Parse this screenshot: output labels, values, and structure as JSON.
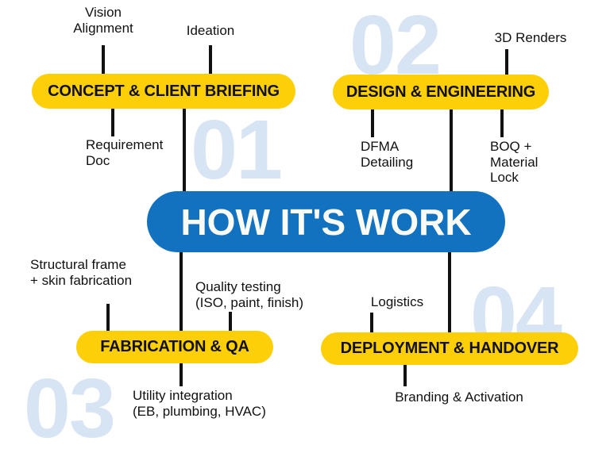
{
  "diagram": {
    "center": {
      "title": "HOW IT'S WORK",
      "color": "#1372c0",
      "text_color": "#fbfbf5"
    },
    "accent_color": "#fccf09",
    "watermark_color": "#d7e4f4",
    "line_color": "#111111",
    "steps": [
      {
        "number": "01",
        "title": "CONCEPT & CLIENT BRIEFING",
        "items": [
          {
            "label": "Vision\nAlignment",
            "position": "above-left"
          },
          {
            "label": "Ideation",
            "position": "above-right"
          },
          {
            "label": "Requirement\nDoc",
            "position": "below-left"
          }
        ]
      },
      {
        "number": "02",
        "title": "DESIGN & ENGINEERING",
        "items": [
          {
            "label": "3D Renders",
            "position": "above-right"
          },
          {
            "label": "DFMA\nDetailing",
            "position": "below-left"
          },
          {
            "label": "BOQ +\nMaterial\nLock",
            "position": "below-right"
          }
        ]
      },
      {
        "number": "03",
        "title": "FABRICATION & QA",
        "items": [
          {
            "label": "Structural frame\n+ skin fabrication",
            "position": "above-left"
          },
          {
            "label": "Quality testing\n(ISO, paint, finish)",
            "position": "above-right"
          },
          {
            "label": "Utility integration\n(EB, plumbing, HVAC)",
            "position": "below-center"
          }
        ]
      },
      {
        "number": "04",
        "title": "DEPLOYMENT & HANDOVER",
        "items": [
          {
            "label": "Logistics",
            "position": "above-left"
          },
          {
            "label": "Branding & Activation",
            "position": "below-center"
          }
        ]
      }
    ]
  }
}
